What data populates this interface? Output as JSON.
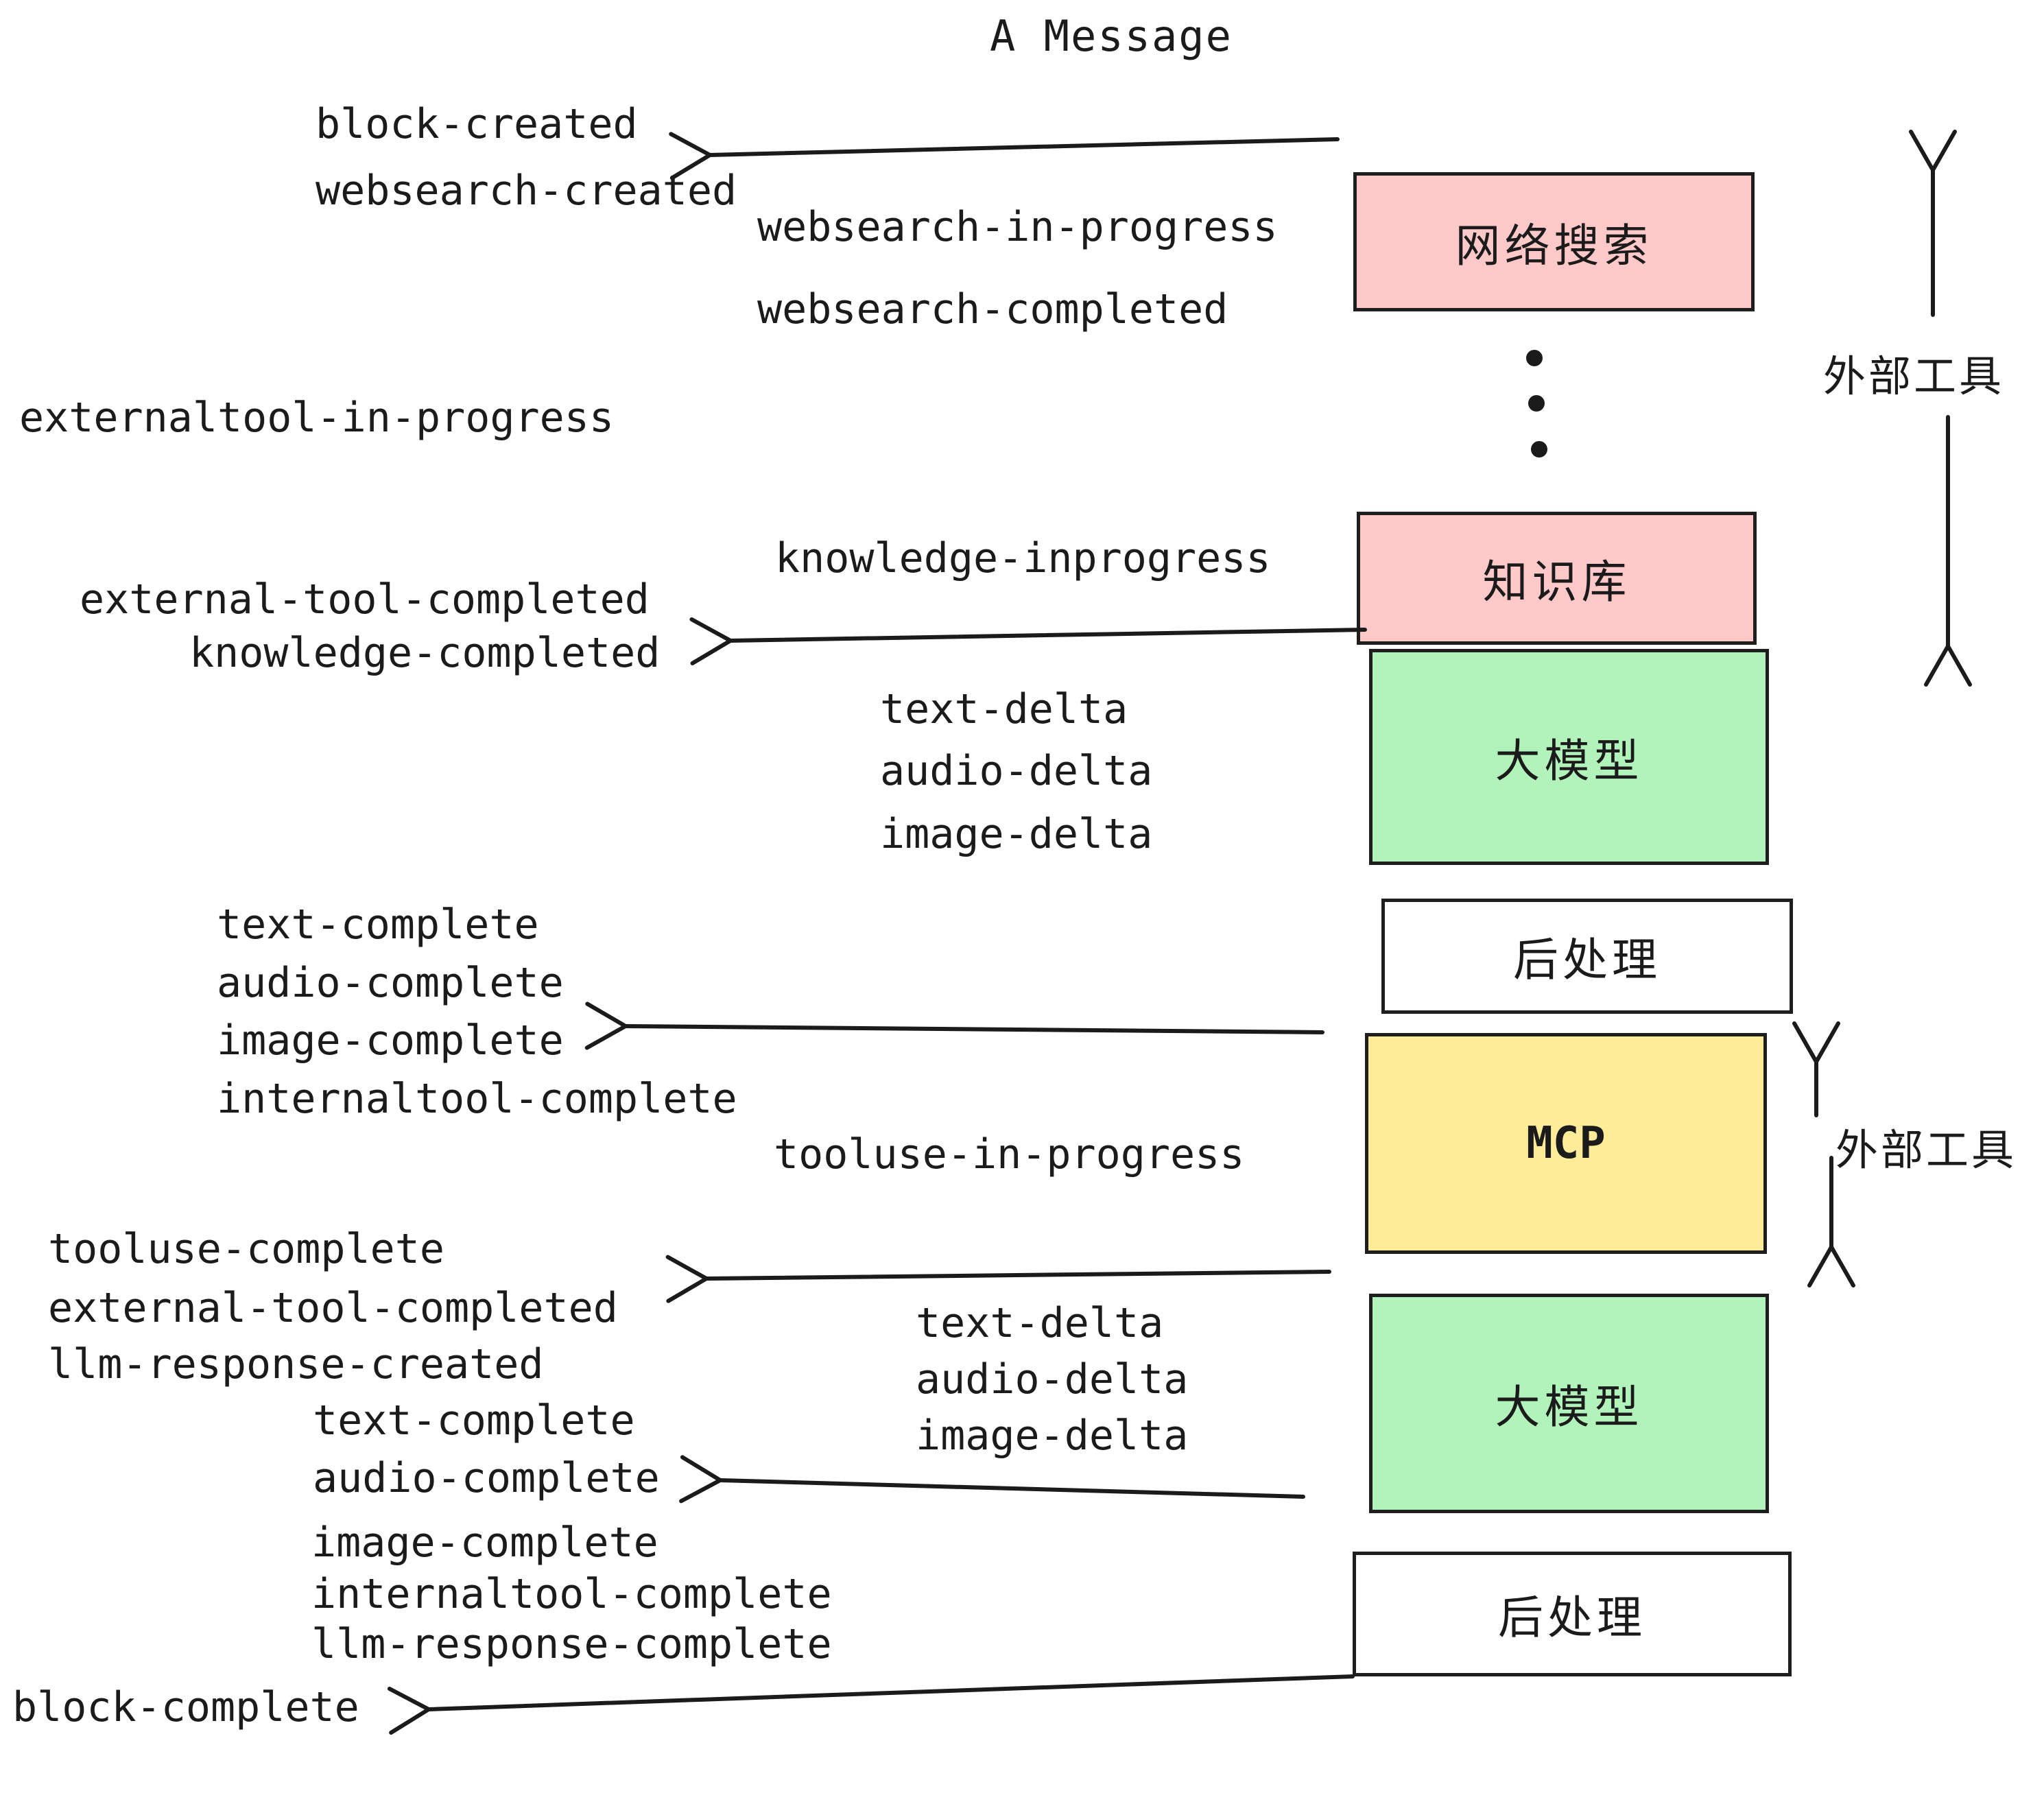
{
  "title": "A Message",
  "colors": {
    "pink": "#ffc9c9",
    "green": "#b2f2bb",
    "yellow": "#ffec99",
    "white": "#ffffff",
    "ink": "#1b1b1b"
  },
  "icons": {
    "left_arrow": "←",
    "up_arrow": "↑",
    "down_arrow": "↓",
    "vertical_ellipsis": "⋮"
  },
  "boxes": [
    {
      "id": "websearch",
      "label": "网络搜索",
      "fill": "pink"
    },
    {
      "id": "knowledge",
      "label": "知识库",
      "fill": "pink"
    },
    {
      "id": "llm-1",
      "label": "大模型",
      "fill": "green"
    },
    {
      "id": "postprocess-1",
      "label": "后处理",
      "fill": "white"
    },
    {
      "id": "mcp",
      "label": "MCP",
      "fill": "yellow"
    },
    {
      "id": "llm-2",
      "label": "大模型",
      "fill": "green"
    },
    {
      "id": "postprocess-2",
      "label": "后处理",
      "fill": "white"
    }
  ],
  "side_labels": [
    {
      "text": "外部工具"
    },
    {
      "text": "外部工具"
    }
  ],
  "events": [
    {
      "text": "block-created"
    },
    {
      "text": "websearch-created"
    },
    {
      "text": "websearch-in-progress"
    },
    {
      "text": "websearch-completed"
    },
    {
      "text": "externaltool-in-progress"
    },
    {
      "text": "knowledge-inprogress"
    },
    {
      "text": "external-tool-completed"
    },
    {
      "text": "knowledge-completed"
    },
    {
      "text": "text-delta"
    },
    {
      "text": "audio-delta"
    },
    {
      "text": "image-delta"
    },
    {
      "text": "text-complete"
    },
    {
      "text": "audio-complete"
    },
    {
      "text": "image-complete"
    },
    {
      "text": "internaltool-complete"
    },
    {
      "text": "tooluse-in-progress"
    },
    {
      "text": "tooluse-complete"
    },
    {
      "text": "external-tool-completed"
    },
    {
      "text": "llm-response-created"
    },
    {
      "text": "text-complete"
    },
    {
      "text": "audio-complete"
    },
    {
      "text": "image-complete"
    },
    {
      "text": "internaltool-complete"
    },
    {
      "text": "llm-response-complete"
    },
    {
      "text": "block-complete"
    },
    {
      "text": "text-delta"
    },
    {
      "text": "audio-delta"
    },
    {
      "text": "image-delta"
    }
  ]
}
